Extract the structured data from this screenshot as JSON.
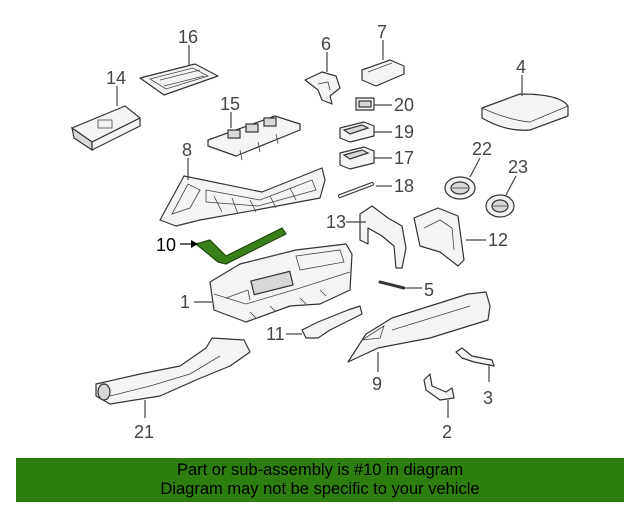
{
  "highlight_color": "#3a7f1a",
  "banner_color": "#2e7d0f",
  "callouts": {
    "c1": "1",
    "c2": "2",
    "c3": "3",
    "c4": "4",
    "c5": "5",
    "c6": "6",
    "c7": "7",
    "c8": "8",
    "c9": "9",
    "c10": "10",
    "c11": "11",
    "c12": "12",
    "c13": "13",
    "c14": "14",
    "c15": "15",
    "c16": "16",
    "c17": "17",
    "c18": "18",
    "c19": "19",
    "c20": "20",
    "c21": "21",
    "c22": "22",
    "c23": "23"
  },
  "banner": {
    "line1": "Part or sub-assembly is #10 in diagram",
    "line2": "Diagram may not be specific to your vehicle"
  }
}
